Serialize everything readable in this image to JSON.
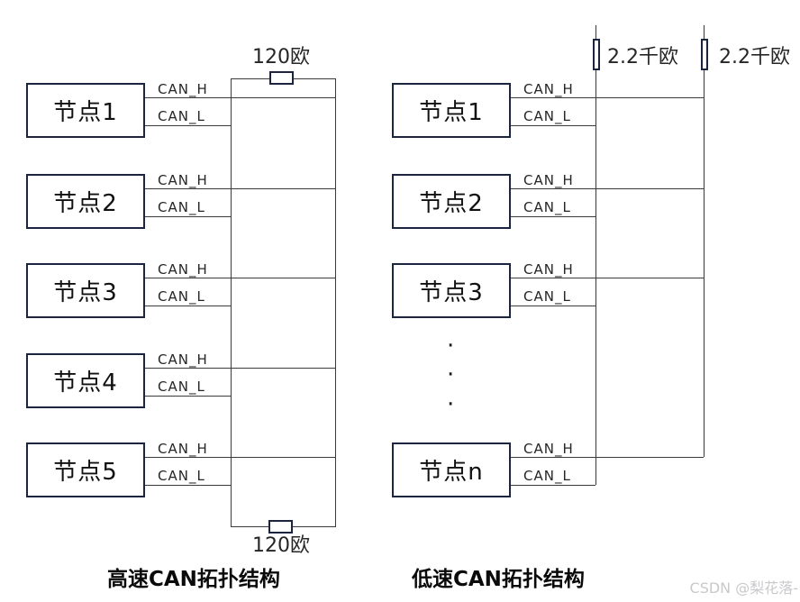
{
  "labels": {
    "can_h": "CAN_H",
    "can_l": "CAN_L"
  },
  "high_speed": {
    "caption": "高速CAN拓扑结构",
    "terminator_top": "120欧",
    "terminator_bottom": "120欧",
    "nodes": [
      "节点1",
      "节点2",
      "节点3",
      "节点4",
      "节点5"
    ]
  },
  "low_speed": {
    "caption": "低速CAN拓扑结构",
    "terminator_left": "2.2千欧",
    "terminator_right": "2.2千欧",
    "nodes": [
      "节点1",
      "节点2",
      "节点3",
      "节点n"
    ],
    "ellipsis_dots": [
      "·",
      "·",
      "·"
    ]
  },
  "watermark": "CSDN @梨花落-",
  "colors": {
    "box_border": "#1b2540",
    "wire": "#3a3a3a",
    "text": "#262626",
    "watermark": "#c9c9cc"
  }
}
